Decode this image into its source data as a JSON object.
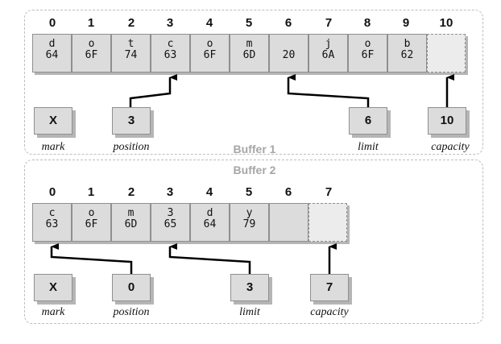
{
  "buffer1": {
    "title": "Buffer 1",
    "indices": [
      "0",
      "1",
      "2",
      "3",
      "4",
      "5",
      "6",
      "7",
      "8",
      "9",
      "10"
    ],
    "cells": [
      {
        "char": "d",
        "hex": "64"
      },
      {
        "char": "o",
        "hex": "6F"
      },
      {
        "char": "t",
        "hex": "74"
      },
      {
        "char": "c",
        "hex": "63"
      },
      {
        "char": "o",
        "hex": "6F"
      },
      {
        "char": "m",
        "hex": "6D"
      },
      {
        "char": "",
        "hex": "20"
      },
      {
        "char": "j",
        "hex": "6A"
      },
      {
        "char": "o",
        "hex": "6F"
      },
      {
        "char": "b",
        "hex": "62"
      }
    ],
    "markers": {
      "mark": {
        "value": "X",
        "label": "mark"
      },
      "position": {
        "value": "3",
        "label": "position"
      },
      "limit": {
        "value": "6",
        "label": "limit"
      },
      "capacity": {
        "value": "10",
        "label": "capacity"
      }
    }
  },
  "buffer2": {
    "title": "Buffer 2",
    "indices": [
      "0",
      "1",
      "2",
      "3",
      "4",
      "5",
      "6",
      "7"
    ],
    "cells": [
      {
        "char": "c",
        "hex": "63"
      },
      {
        "char": "o",
        "hex": "6F"
      },
      {
        "char": "m",
        "hex": "6D"
      },
      {
        "char": "3",
        "hex": "65"
      },
      {
        "char": "d",
        "hex": "64"
      },
      {
        "char": "y",
        "hex": "79"
      },
      {
        "char": "",
        "hex": ""
      }
    ],
    "markers": {
      "mark": {
        "value": "X",
        "label": "mark"
      },
      "position": {
        "value": "0",
        "label": "position"
      },
      "limit": {
        "value": "3",
        "label": "limit"
      },
      "capacity": {
        "value": "7",
        "label": "capacity"
      }
    }
  }
}
